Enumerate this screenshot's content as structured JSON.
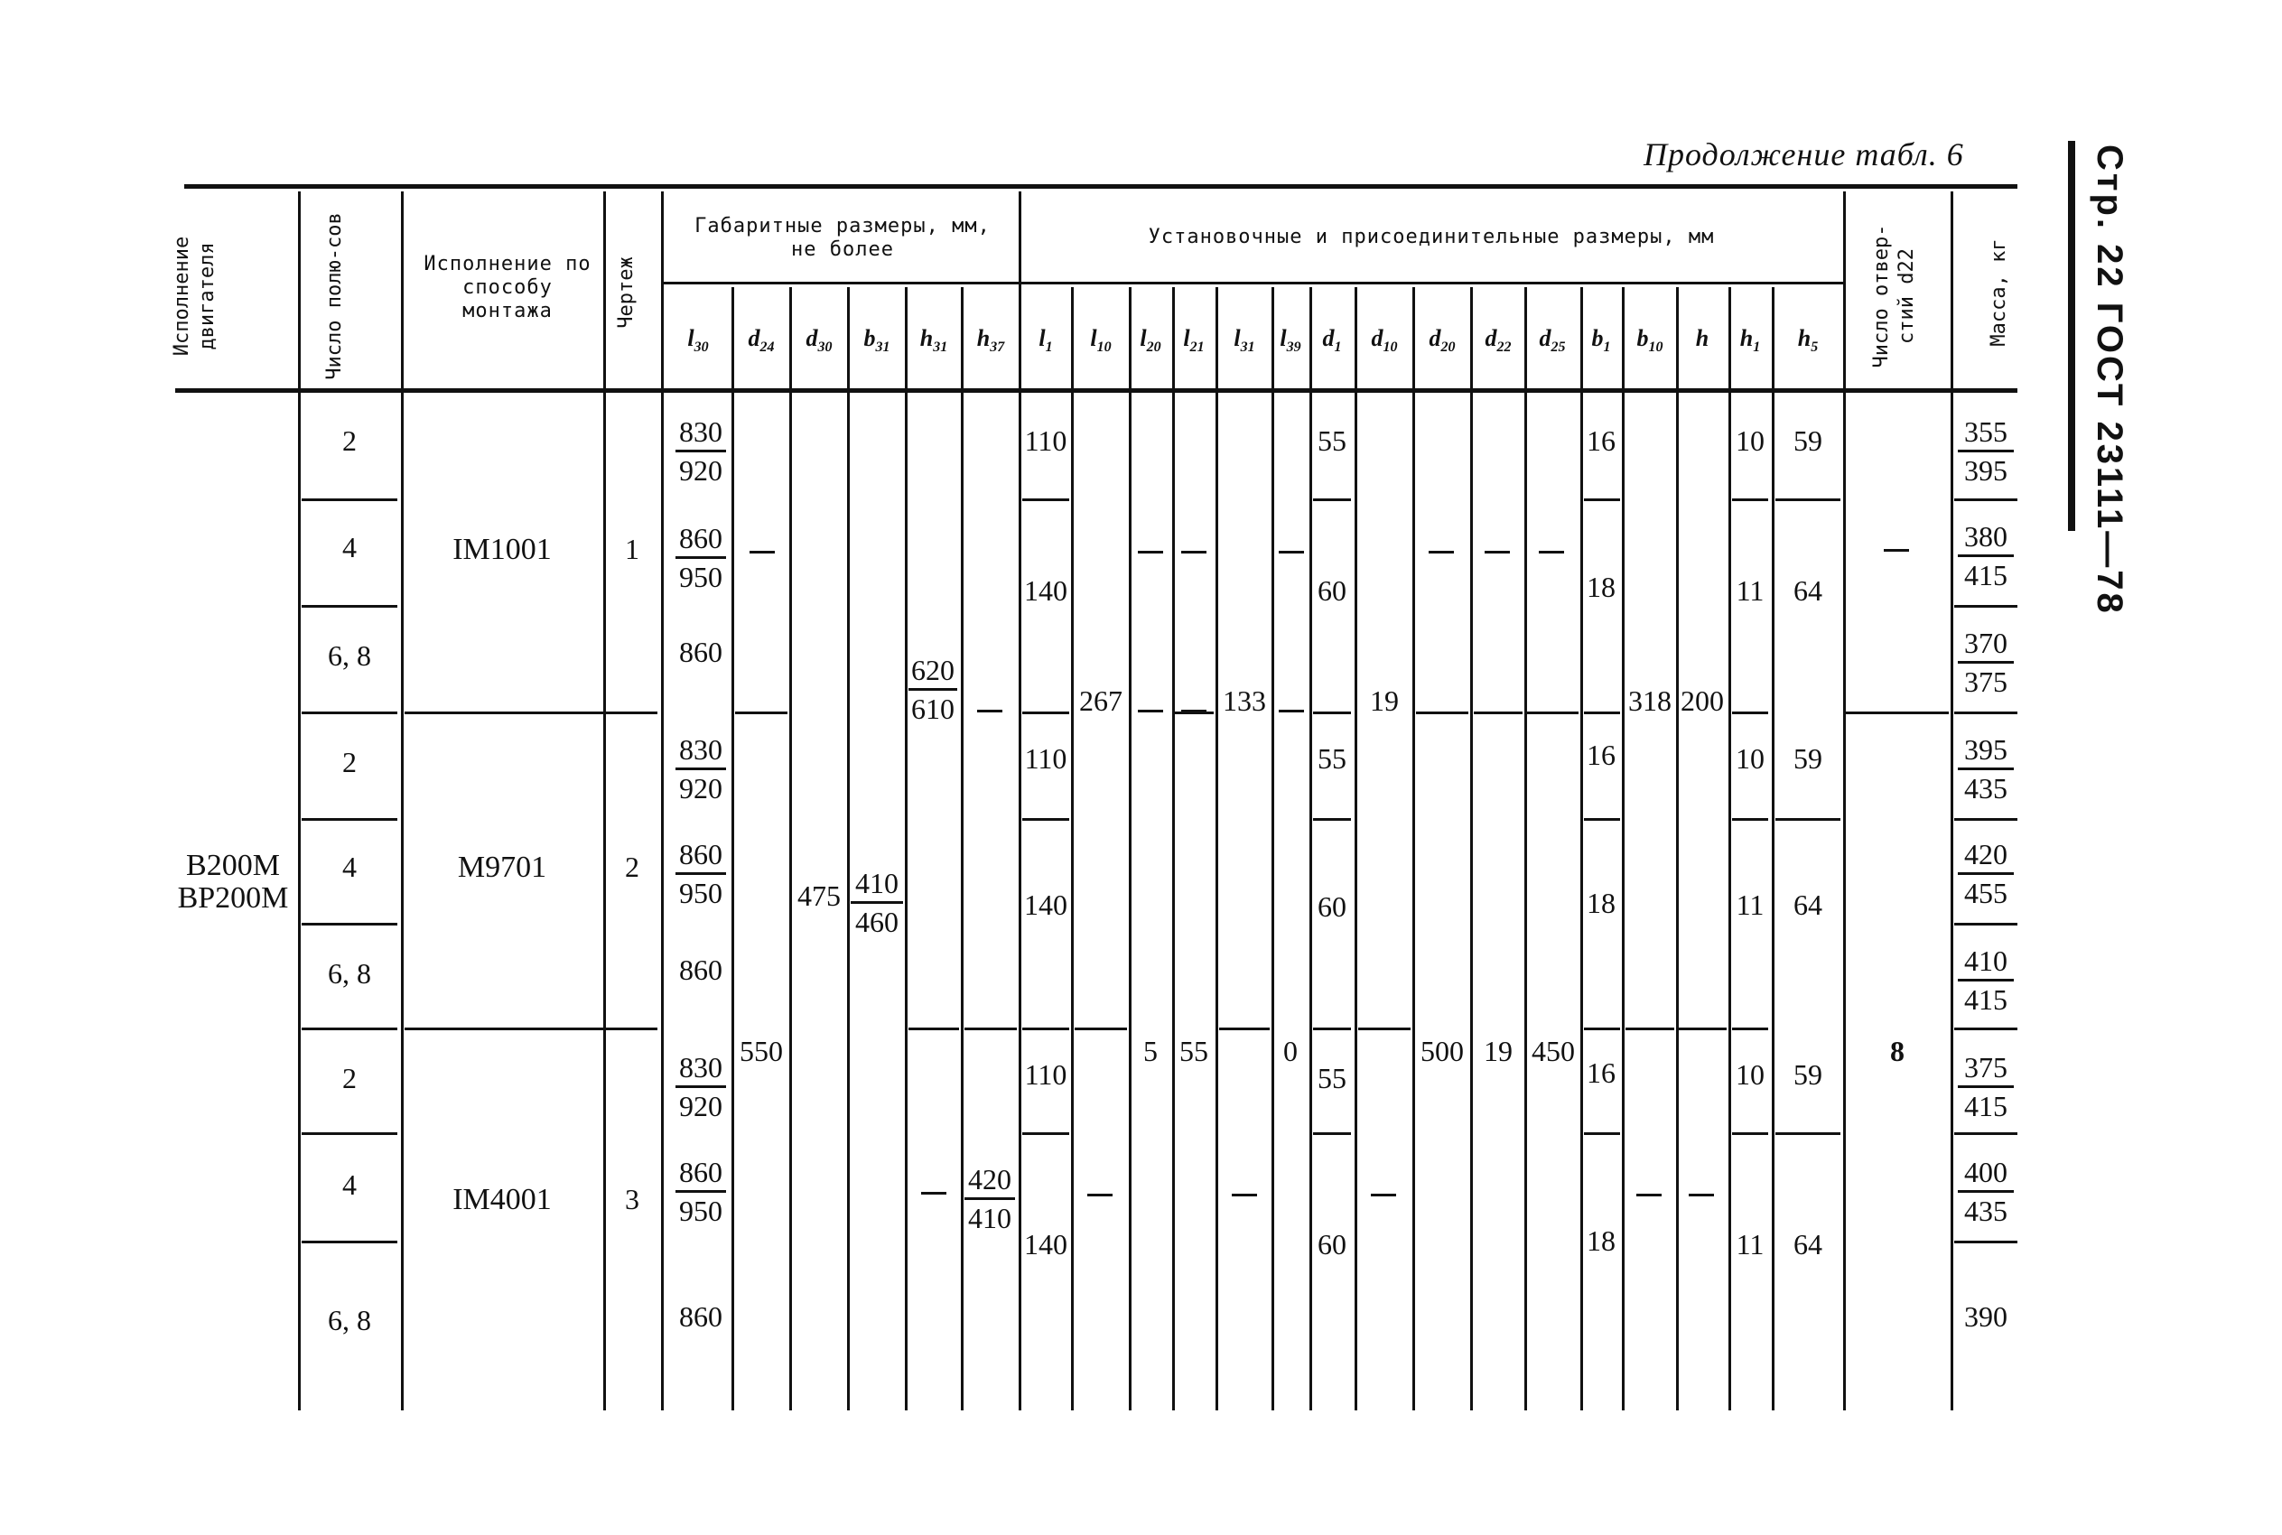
{
  "page": {
    "continuation": "Продолжение табл. 6",
    "side_label": "Стр. 22 ГОСТ 23111—78"
  },
  "headers": {
    "motor": "Исполнение двигателя",
    "poles": "Число полю-сов",
    "mount": "Исполнение по способу монтажа",
    "drawing": "Чертеж",
    "overall": "Габаритные размеры, мм, не более",
    "install": "Установочные и присоединительные размеры, мм",
    "holes": "Число отвер-стий d22",
    "mass": "Масса, кг"
  },
  "symbols": {
    "l30": "l30",
    "d24": "d24",
    "d30": "d30",
    "b31": "b31",
    "h31": "h31",
    "h37": "h37",
    "l1": "l1",
    "l10": "l10",
    "l20": "l20",
    "l21": "l21",
    "l31": "l31",
    "l39": "l39",
    "d1": "d1",
    "d10": "d10",
    "d20": "d20",
    "d22": "d22",
    "d25": "d25",
    "b1": "b1",
    "b10": "b10",
    "h": "h",
    "h1": "h1",
    "h5": "h5"
  },
  "body": {
    "motor": [
      "В200М",
      "ВР200М"
    ],
    "mounts": [
      "IM1001",
      "M9701",
      "IM4001"
    ],
    "drawings": [
      "1",
      "2",
      "3"
    ],
    "poles": [
      "2",
      "4",
      "6, 8",
      "2",
      "4",
      "6, 8",
      "2",
      "4",
      "6, 8"
    ],
    "l30": [
      {
        "top": "830",
        "bot": "920"
      },
      {
        "top": "860",
        "bot": "950"
      },
      {
        "top": "860",
        "bot": ""
      },
      {
        "top": "830",
        "bot": "920"
      },
      {
        "top": "860",
        "bot": "950"
      },
      {
        "top": "860",
        "bot": ""
      },
      {
        "top": "830",
        "bot": "920"
      },
      {
        "top": "860",
        "bot": "950"
      },
      {
        "top": "860",
        "bot": ""
      }
    ],
    "d24": "550",
    "d30": "475",
    "b31": {
      "top": "410",
      "bot": "460"
    },
    "h31": {
      "top": "620",
      "bot": "610"
    },
    "h37": {
      "top": "420",
      "bot": "410"
    },
    "l1": [
      "110",
      "140",
      "110",
      "140",
      "110",
      "140"
    ],
    "l10": "267",
    "l20": "5",
    "l21": "55",
    "l31": "133",
    "l39": "0",
    "d1": [
      "55",
      "60",
      "55",
      "60",
      "55",
      "60"
    ],
    "d10": "19",
    "d20": "500",
    "d22": "19",
    "d25": "450",
    "b1": [
      "16",
      "18",
      "16",
      "18",
      "16",
      "18"
    ],
    "b10": "318",
    "h": "200",
    "h1": [
      "10",
      "11",
      "10",
      "11",
      "10",
      "11"
    ],
    "h5": [
      "59",
      "64",
      "59",
      "64",
      "59",
      "64"
    ],
    "holes": "8",
    "mass": [
      {
        "top": "355",
        "bot": "395"
      },
      {
        "top": "380",
        "bot": "415"
      },
      {
        "top": "370",
        "bot": "375"
      },
      {
        "top": "395",
        "bot": "435"
      },
      {
        "top": "420",
        "bot": "455"
      },
      {
        "top": "410",
        "bot": "415"
      },
      {
        "top": "375",
        "bot": "415"
      },
      {
        "top": "400",
        "bot": "435"
      },
      {
        "top": "390",
        "bot": ""
      }
    ]
  }
}
